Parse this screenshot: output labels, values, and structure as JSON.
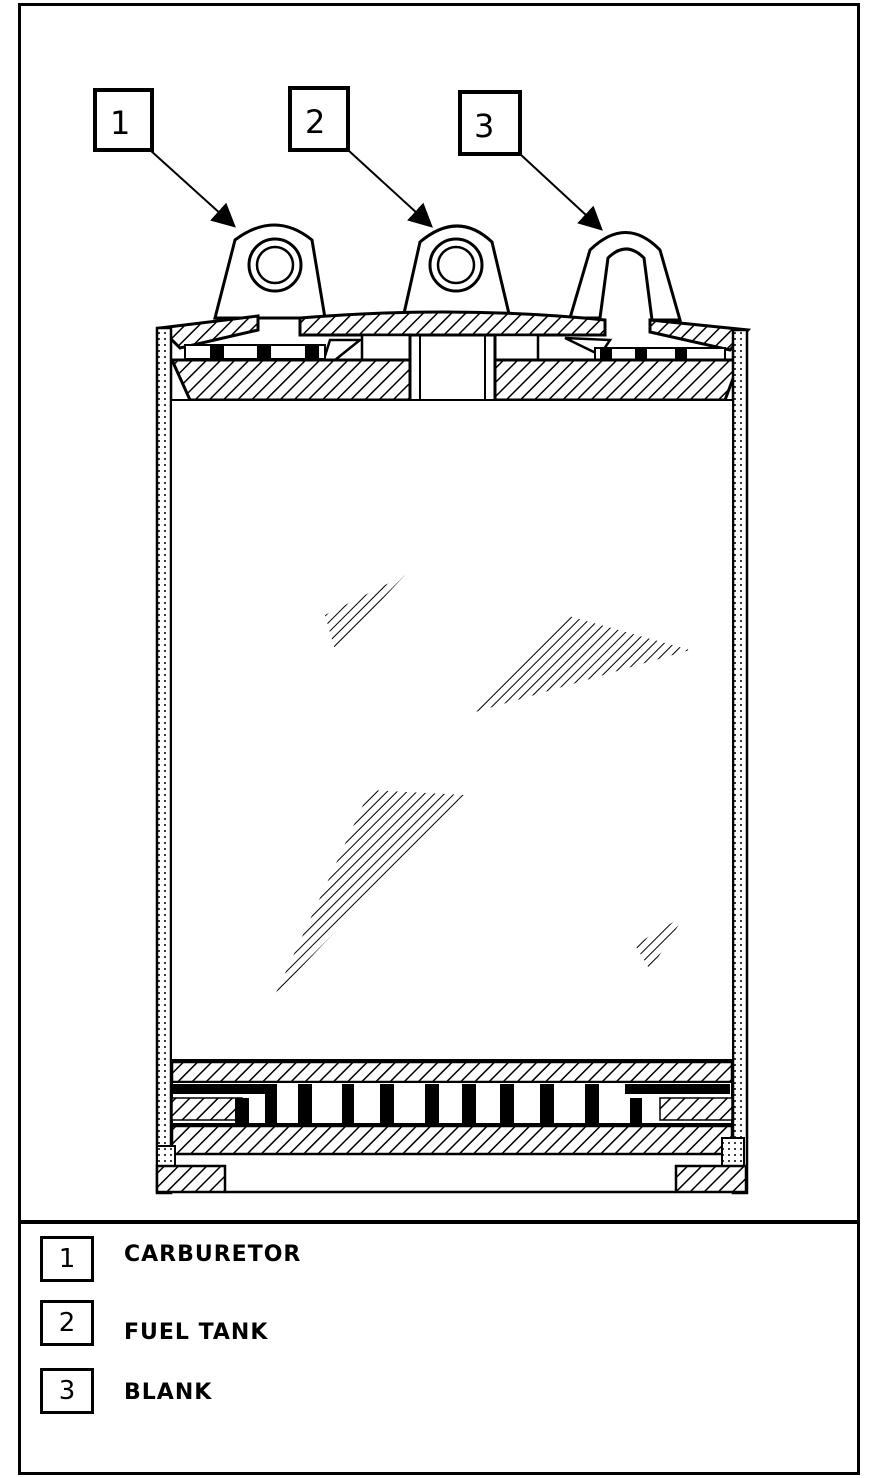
{
  "callouts": [
    {
      "number": "1"
    },
    {
      "number": "2"
    },
    {
      "number": "3"
    }
  ],
  "legend": [
    {
      "number": "1",
      "label": "CARBURETOR"
    },
    {
      "number": "2",
      "label": "FUEL TANK"
    },
    {
      "number": "3",
      "label": "BLANK"
    }
  ]
}
